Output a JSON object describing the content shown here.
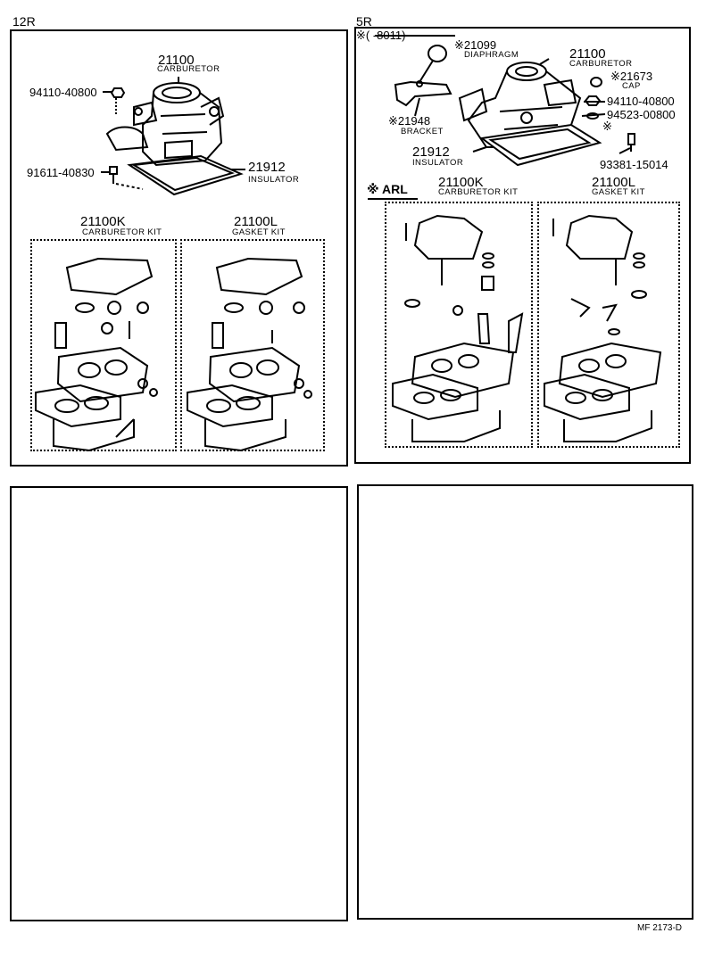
{
  "left_top": {
    "engine": "12R",
    "carb_pn": "21100",
    "carb_name": "CARBURETOR",
    "bolt_nut_pn": "94110-40800",
    "screw_pn": "91611-40830",
    "insulator_pn": "21912",
    "insulator_name": "INSULATOR",
    "carb_kit_pn": "21100K",
    "carb_kit_name": "CARBURETOR KIT",
    "gasket_kit_pn": "21100L",
    "gasket_kit_name": "GASKET KIT"
  },
  "right_top": {
    "engine": "5R",
    "serial_range": "※(  -8011)",
    "diaphragm_pn": "※21099",
    "diaphragm_name": "DIAPHRAGM",
    "carb_pn": "21100",
    "carb_name": "CARBURETOR",
    "cap_pn": "※21673",
    "cap_name": "CAP",
    "nut_pn": "94110-40800",
    "washer_pn": "94523-00800",
    "mark": "※",
    "bracket_pn": "※21948",
    "bracket_name": "BRACKET",
    "insulator_pn": "21912",
    "insulator_name": "INSULATOR",
    "stud_pn": "93381-15014",
    "arl_label": "※ ARL",
    "carb_kit_pn": "21100K",
    "carb_kit_name": "CARBURETOR KIT",
    "gasket_kit_pn": "21100L",
    "gasket_kit_name": "GASKET KIT"
  },
  "footer": {
    "code": "MF  2173-D"
  }
}
